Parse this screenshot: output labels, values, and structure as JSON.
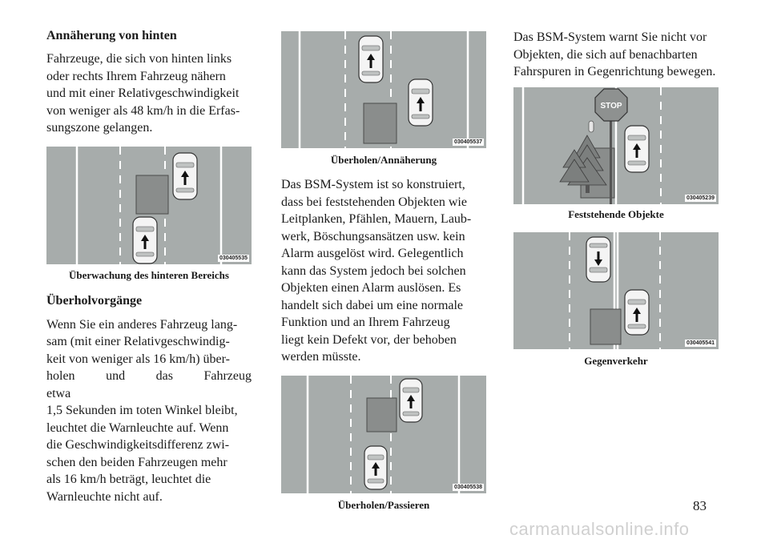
{
  "col1": {
    "heading1": "Annäherung von hinten",
    "para1_lines": [
      "Fahrzeuge, die sich von hinten links",
      "oder rechts Ihrem Fahrzeug nähern",
      "und mit einer Relativgeschwindigkeit",
      "von weniger als 48 km/h in die Erfas-",
      "sungszone gelangen."
    ],
    "figure1": {
      "code": "030405535",
      "caption": "Überwachung des hinteren Bereichs"
    },
    "heading2": "Überholvorgänge",
    "para2_lines": [
      "Wenn Sie ein anderes Fahrzeug lang-",
      "sam (mit einer Relativgeschwindig-",
      "keit von weniger als 16 km/h) über-",
      "holen und das Fahrzeug etwa",
      "1,5 Sekunden im toten Winkel bleibt,",
      "leuchtet die Warnleuchte auf. Wenn",
      "die Geschwindigkeitsdifferenz zwi-",
      "schen den beiden Fahrzeugen mehr",
      "als 16 km/h beträgt, leuchtet die",
      "Warnleuchte nicht auf."
    ]
  },
  "col2": {
    "figure2": {
      "code": "030405537",
      "caption": "Überholen/Annäherung"
    },
    "para_lines": [
      "Das BSM-System ist so konstruiert,",
      "dass bei feststehenden Objekten wie",
      "Leitplanken, Pfählen, Mauern, Laub-",
      "werk, Böschungsansätzen usw. kein",
      "Alarm ausgelöst wird. Gelegentlich",
      "kann das System jedoch bei solchen",
      "Objekten einen Alarm auslösen. Es",
      "handelt sich dabei um eine normale",
      "Funktion und an Ihrem Fahrzeug",
      "liegt kein Defekt vor, der behoben",
      "werden müsste."
    ],
    "figure3": {
      "code": "030405538",
      "caption": "Überholen/Passieren"
    }
  },
  "col3": {
    "para_lines": [
      "Das BSM-System warnt Sie nicht vor",
      "Objekten, die sich auf benachbarten",
      "Fahrspuren in Gegenrichtung bewegen."
    ],
    "figure4": {
      "code": "030405239",
      "caption": "Feststehende Objekte",
      "sign_text": "STOP"
    },
    "figure5": {
      "code": "030405541",
      "caption": "Gegenverkehr"
    }
  },
  "page_number": "83",
  "watermark": "carmanualsonline.info",
  "colors": {
    "road": "#a7acab",
    "zone": "#8a8d8c",
    "tree": "#7c7f7e",
    "sign": "#8e9190"
  }
}
